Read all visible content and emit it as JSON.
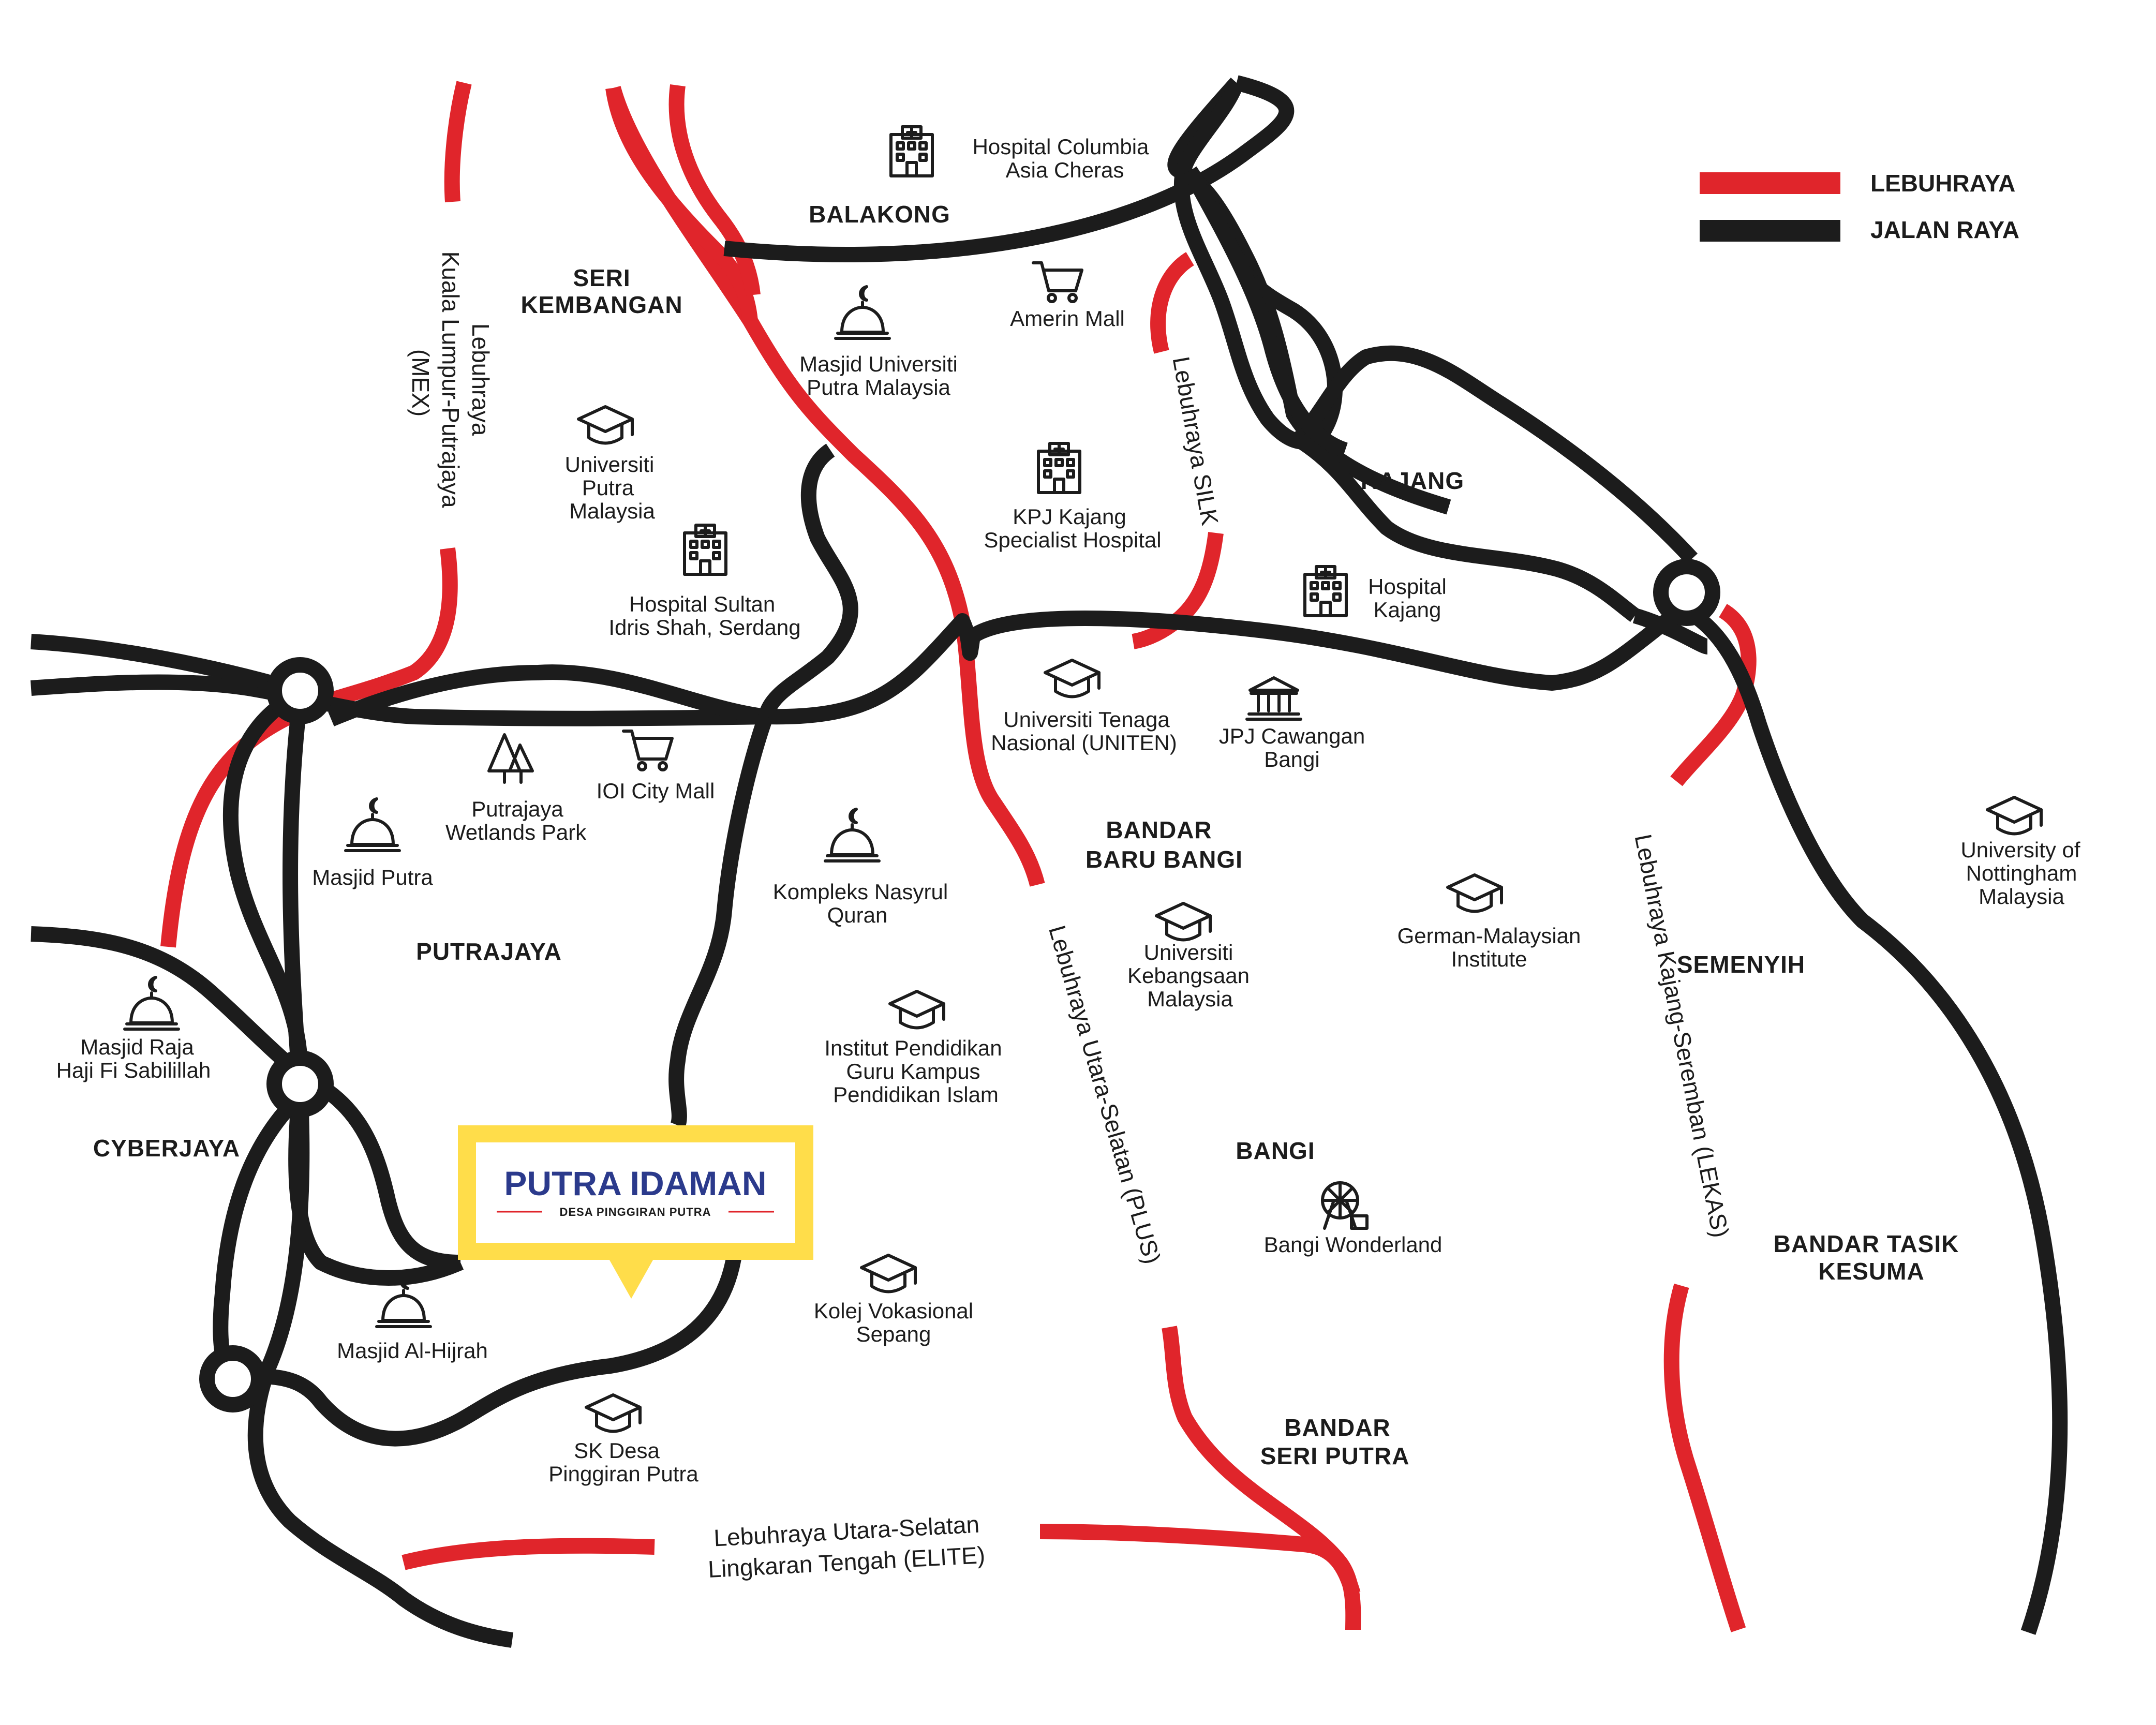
{
  "legend": {
    "expressway": {
      "label": "LEBUHRAYA",
      "color": "#E0252B"
    },
    "road": {
      "label": "JALAN RAYA",
      "color": "#1C1C1C"
    }
  },
  "brand": {
    "title": "PUTRA IDAMAN",
    "subtitle": "DESA PINGGIRAN PUTRA",
    "box_color": "#FFDD4A",
    "title_color": "#2B3A8C"
  },
  "areas": {
    "balakong": "BALAKONG",
    "seri_kembangan": [
      "SERI",
      "KEMBANGAN"
    ],
    "kajang": "KAJANG",
    "putrajaya": "PUTRAJAYA",
    "cyberjaya": "CYBERJAYA",
    "bandar_baru_bangi": [
      "BANDAR",
      "BARU BANGI"
    ],
    "bangi": "BANGI",
    "semenyih": "SEMENYIH",
    "bandar_tasik_kesuma": [
      "BANDAR TASIK",
      "KESUMA"
    ],
    "bandar_seri_putra": [
      "BANDAR",
      "SERI PUTRA"
    ]
  },
  "pois": {
    "hospital_columbia": {
      "lines": [
        "Hospital Columbia",
        "Asia Cheras"
      ],
      "icon": "hospital-icon"
    },
    "amerin_mall": {
      "lines": [
        "Amerin Mall"
      ],
      "icon": "shopping-cart-icon"
    },
    "masjid_upm": {
      "lines": [
        "Masjid Universiti",
        "Putra Malaysia"
      ],
      "icon": "mosque-icon"
    },
    "upm": {
      "lines": [
        "Universiti",
        "Putra",
        "Malaysia"
      ],
      "icon": "graduation-cap-icon"
    },
    "kpj_kajang": {
      "lines": [
        "KPJ Kajang",
        "Specialist Hospital"
      ],
      "icon": "hospital-icon"
    },
    "hospital_serdang": {
      "lines": [
        "Hospital Sultan",
        "Idris Shah, Serdang"
      ],
      "icon": "hospital-icon"
    },
    "hospital_kajang": {
      "lines": [
        "Hospital",
        "Kajang"
      ],
      "icon": "hospital-icon"
    },
    "uniten": {
      "lines": [
        "Universiti Tenaga",
        "Nasional (UNITEN)"
      ],
      "icon": "graduation-cap-icon"
    },
    "jpj_bangi": {
      "lines": [
        "JPJ Cawangan",
        "Bangi"
      ],
      "icon": "government-building-icon"
    },
    "wetlands": {
      "lines": [
        "Putrajaya",
        "Wetlands Park"
      ],
      "icon": "trees-icon"
    },
    "ioi_city": {
      "lines": [
        "IOI City Mall"
      ],
      "icon": "shopping-cart-icon"
    },
    "masjid_putra": {
      "lines": [
        "Masjid Putra"
      ],
      "icon": "mosque-icon"
    },
    "nasyrul_quran": {
      "lines": [
        "Kompleks Nasyrul",
        "Quran"
      ],
      "icon": "mosque-icon"
    },
    "nottingham": {
      "lines": [
        "University of",
        "Nottingham",
        "Malaysia"
      ],
      "icon": "graduation-cap-icon"
    },
    "gmi": {
      "lines": [
        "German-Malaysian",
        "Institute"
      ],
      "icon": "graduation-cap-icon"
    },
    "ukm": {
      "lines": [
        "Universiti",
        "Kebangsaan",
        "Malaysia"
      ],
      "icon": "graduation-cap-icon"
    },
    "masjid_raja": {
      "lines": [
        "Masjid Raja",
        "Haji Fi Sabilillah"
      ],
      "icon": "mosque-icon"
    },
    "ipg": {
      "lines": [
        "Institut Pendidikan",
        "Guru Kampus",
        "Pendidikan Islam"
      ],
      "icon": "graduation-cap-icon"
    },
    "bangi_wonderland": {
      "lines": [
        "Bangi Wonderland"
      ],
      "icon": "ferris-wheel-icon"
    },
    "kolej_sepang": {
      "lines": [
        "Kolej Vokasional",
        "Sepang"
      ],
      "icon": "graduation-cap-icon"
    },
    "masjid_al_hijrah": {
      "lines": [
        "Masjid Al-Hijrah"
      ],
      "icon": "mosque-icon"
    },
    "sk_desa": {
      "lines": [
        "SK Desa",
        "Pinggiran Putra"
      ],
      "icon": "graduation-cap-icon"
    }
  },
  "road_labels": {
    "mex": [
      "Lebuhraya",
      "Kuala Lumpur-Putrajaya",
      "(MEX)"
    ],
    "silk": "Lebuhraya SILK",
    "plus": "Lebuhraya Utara-Selatan (PLUS)",
    "lekas": "Lebuhraya Kajang-Seremban (LEKAS)",
    "elite": [
      "Lebuhraya Utara-Selatan",
      "Lingkaran Tengah (ELITE)"
    ]
  }
}
